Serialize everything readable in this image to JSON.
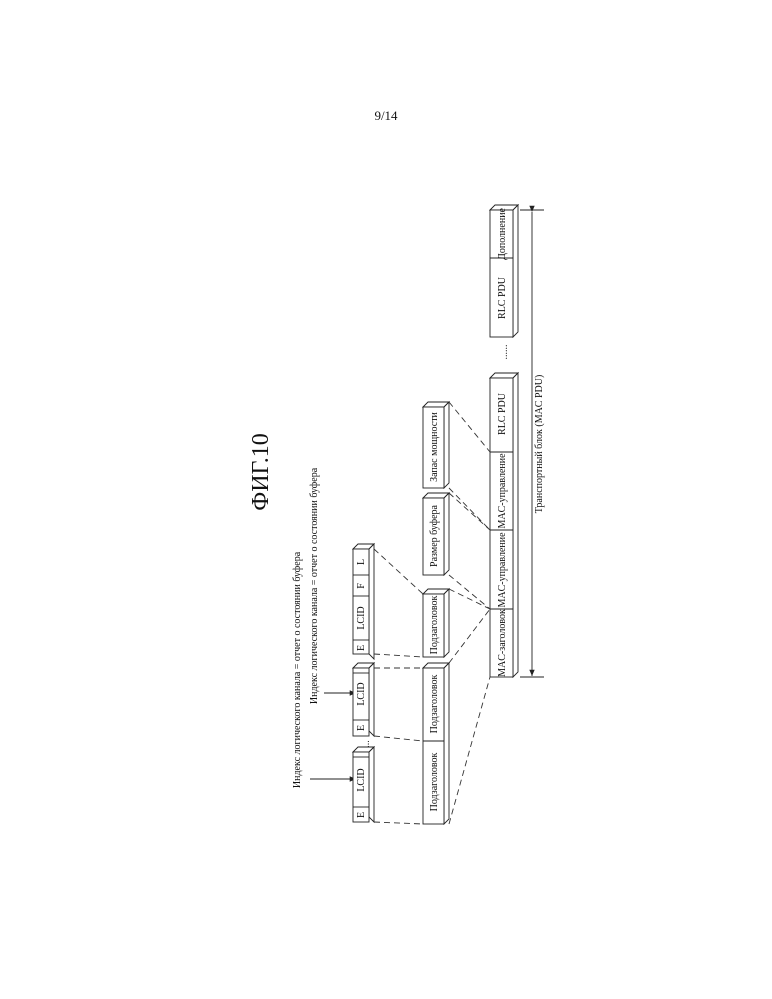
{
  "page_number": "9/14",
  "figure": {
    "title": "ФИГ.10",
    "annotations": [
      "Индекс логического канала = отчет о состоянии буфера",
      "Индекс логического канала = отчет о состоянии буфера"
    ],
    "subheader_fields": {
      "e": "E",
      "lcid": "LCID",
      "f": "F",
      "l": "L",
      "ellipsis": "..."
    },
    "subheaders": [
      "Подзаголовок",
      "Подзаголовок",
      "Подзаголовок"
    ],
    "mac_elements": {
      "buffer_size": "Размер буфера",
      "power_headroom": "Запас мощности"
    },
    "pdu": {
      "mac_header": "MAC-заголовок",
      "mac_control_1": "MAC-управление",
      "mac_control_2": "MAC-управление",
      "rlc_pdu_1": "RLC PDU",
      "ellipsis": "......",
      "rlc_pdu_2": "RLC PDU",
      "padding": "Дополнение",
      "transport_block": "Транспортный блок (MAC PDU)"
    }
  }
}
